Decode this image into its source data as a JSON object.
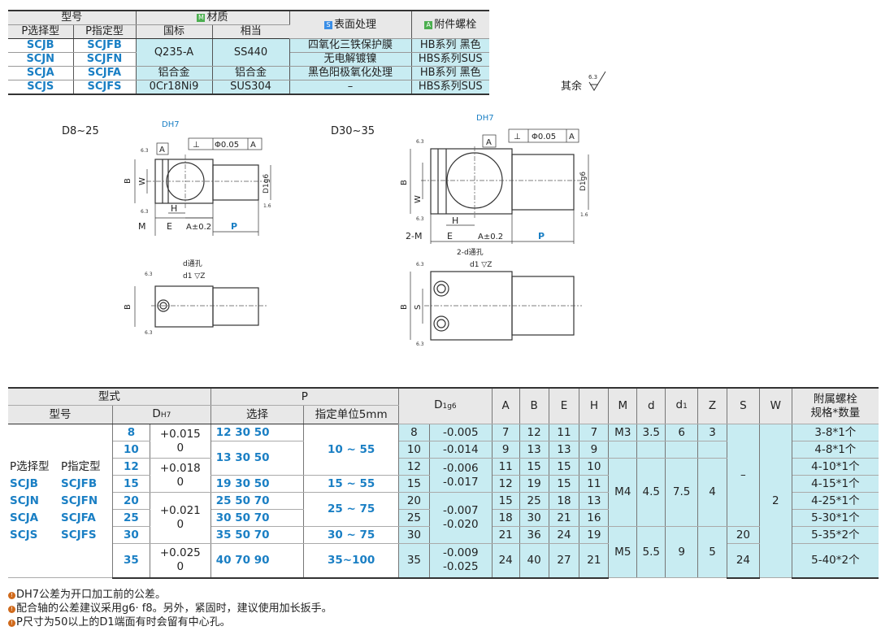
{
  "material_table": {
    "h_model": "型号",
    "h_material": "材质",
    "h_surface": "表面处理",
    "h_bolt": "附件螺栓",
    "tag_m": "M",
    "tag_s": "S",
    "tag_a": "A",
    "h_p_select": "P选择型",
    "h_p_specify": "P指定型",
    "h_gb": "国标",
    "h_equiv": "相当",
    "rows": [
      {
        "p_select": "SCJB",
        "p_specify": "SCJFB",
        "surface": "四氧化三铁保护膜",
        "bolt": "HB系列 黑色"
      },
      {
        "p_select": "SCJN",
        "p_specify": "SCJFN",
        "surface": "无电解镀镍",
        "bolt": "HBS系列SUS"
      },
      {
        "p_select": "SCJA",
        "p_specify": "SCJFA",
        "gb": "铝合金",
        "equiv": "铝合金",
        "surface": "黑色阳极氧化处理",
        "bolt": "HB系列 黑色"
      },
      {
        "p_select": "SCJS",
        "p_specify": "SCJFS",
        "gb": "0Cr18Ni9",
        "equiv": "SUS304",
        "surface": "–",
        "bolt": "HBS系列SUS"
      }
    ],
    "steel_gb": "Q235-A",
    "steel_equiv": "SS440"
  },
  "roughness_note": {
    "text": "其余",
    "value": "6.3"
  },
  "drawings": {
    "small_label": "D8~25",
    "large_label": "D30~35",
    "dh7": "DH7",
    "a_box": "A",
    "perp": "⊥",
    "tol": "Φ0.05",
    "b": "B",
    "w": "W",
    "m": "M",
    "m2": "2-M",
    "e": "E",
    "h": "H",
    "a_pm": "A±0.2",
    "p": "P",
    "d1g6": "D1g6",
    "thru_small": "d通孔",
    "thru_large": "2-d通孔",
    "d1z": "d1 ▽Z",
    "s": "S",
    "r63": "6.3",
    "r16": "1.6"
  },
  "dims_table": {
    "h_style": "型式",
    "h_p": "P",
    "h_d1g6": "D1g6",
    "h_model": "型号",
    "h_dh7": "DH7",
    "h_select": "选择",
    "h_unit": "指定单位5mm",
    "cols": [
      "A",
      "B",
      "E",
      "H",
      "M",
      "d",
      "d1",
      "Z",
      "S",
      "W"
    ],
    "h_bolt1": "附属螺栓",
    "h_bolt2": "规格*数量",
    "p_select_label": "P选择型",
    "p_specify_label": "P指定型",
    "models_select": [
      "SCJB",
      "SCJN",
      "SCJA",
      "SCJS"
    ],
    "models_specify": [
      "SCJFB",
      "SCJFN",
      "SCJFA",
      "SCJFS"
    ],
    "rows": [
      {
        "d": "8",
        "tol": "+0.015",
        "tol2": "0",
        "sel": "12  30  50",
        "unit": "10 ~ 55",
        "d1": "8",
        "d1t": "-0.005",
        "A": "7",
        "B": "12",
        "E": "11",
        "H": "7",
        "M": "M3",
        "dd": "3.5",
        "d1c": "6",
        "Z": "3",
        "bolt": "3-8*1个"
      },
      {
        "d": "10",
        "sel": "13  30  50",
        "d1": "10",
        "d1t": "-0.014",
        "A": "9",
        "B": "13",
        "E": "13",
        "H": "9",
        "bolt": "4-8*1个"
      },
      {
        "d": "12",
        "tol": "+0.018",
        "tol2": "0",
        "d1": "12",
        "d1t": "-0.006",
        "A": "11",
        "B": "15",
        "E": "15",
        "H": "10",
        "M": "M4",
        "dd": "4.5",
        "d1c": "7.5",
        "Z": "4",
        "S": "–",
        "bolt": "4-10*1个"
      },
      {
        "d": "15",
        "sel": "19  30  50",
        "unit": "15 ~ 55",
        "d1": "15",
        "d1t": "-0.017",
        "A": "12",
        "B": "19",
        "E": "15",
        "H": "11",
        "bolt": "4-15*1个"
      },
      {
        "d": "20",
        "tol": "+0.021",
        "tol2": "0",
        "sel": "25  50  70",
        "unit": "25 ~ 75",
        "d1": "20",
        "d1t": "-0.007",
        "d1t2": "-0.020",
        "A": "15",
        "B": "25",
        "E": "18",
        "H": "13",
        "W": "2",
        "bolt": "4-25*1个"
      },
      {
        "d": "25",
        "sel": "30  50  70",
        "d1": "25",
        "A": "18",
        "B": "30",
        "E": "21",
        "H": "16",
        "bolt": "5-30*1个"
      },
      {
        "d": "30",
        "sel": "35  50  70",
        "unit": "30 ~ 75",
        "d1": "30",
        "A": "21",
        "B": "36",
        "E": "24",
        "H": "19",
        "M": "M5",
        "dd": "5.5",
        "d1c": "9",
        "Z": "5",
        "S": "20",
        "bolt": "5-35*2个"
      },
      {
        "d": "35",
        "tol": "+0.025",
        "tol2": "0",
        "sel": "40  70  90",
        "unit": "35~100",
        "d1": "35",
        "d1t": "-0.009",
        "d1t2": "-0.025",
        "A": "24",
        "B": "40",
        "E": "27",
        "H": "21",
        "S": "24",
        "bolt": "5-40*2个"
      }
    ]
  },
  "notes": [
    "DH7公差为开口加工前的公差。",
    "配合轴的公差建议采用g6· f8。另外，紧固时，建议使用加长扳手。",
    "P尺寸为50以上的D1端面有时会留有中心孔。"
  ]
}
